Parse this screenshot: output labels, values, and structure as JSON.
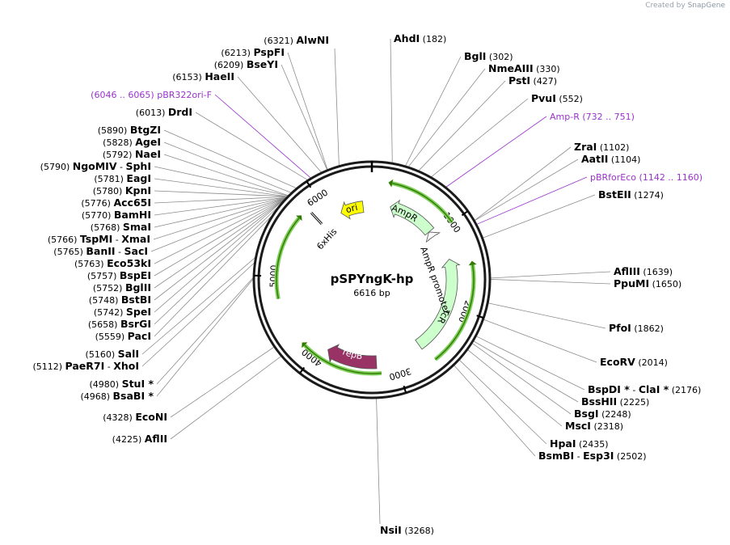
{
  "credit": {
    "prefix": "Created by",
    "brand": "SnapGene"
  },
  "plasmid": {
    "name": "pSPYngK-hp",
    "length_label": "6616 bp",
    "length": 6616
  },
  "ticks": [
    "1000",
    "2000",
    "3000",
    "4000",
    "5000",
    "6000"
  ],
  "features": [
    {
      "label": "ori",
      "start": 6180,
      "end": 6470,
      "dir": -1,
      "ring": "inner",
      "color": "#ffff00",
      "text_color": "#000000"
    },
    {
      "label": "AmpR",
      "start": 180,
      "end": 860,
      "dir": -1,
      "ring": "inner2",
      "color": "#ccffcc",
      "text_color": "#000000"
    },
    {
      "label": "AmpR promoter",
      "start": 860,
      "end": 960,
      "dir": -1,
      "ring": "inner2",
      "color": "#ffffff",
      "text_color": "#000000"
    },
    {
      "label": "TcR",
      "start": 1450,
      "end": 2580,
      "dir": -1,
      "ring": "inner2",
      "color": "#ccffcc",
      "text_color": "#000000"
    },
    {
      "label": "repB",
      "start": 3820,
      "end": 3220,
      "dir": 1,
      "ring": "inner3",
      "color": "#993366",
      "text_color": "#ffffff"
    },
    {
      "label": "6xHis",
      "start": 5940,
      "end": 5960,
      "dir": 1,
      "ring": "inner",
      "color": "#ffffff",
      "text_color": "#000000"
    }
  ],
  "left_sites": [
    {
      "pos": "(6321)",
      "name": "AlwNI"
    },
    {
      "pos": "(6213)",
      "name": "PspFI"
    },
    {
      "pos": "(6209)",
      "name": "BseYI"
    },
    {
      "pos": "(6153)",
      "name": "HaeII"
    },
    {
      "pos": "(6046 .. 6065)",
      "name": "pBR322ori-F",
      "primer": true
    },
    {
      "pos": "(6013)",
      "name": "DrdI"
    },
    {
      "pos": "(5890)",
      "name": "BtgZI"
    },
    {
      "pos": "(5828)",
      "name": "AgeI"
    },
    {
      "pos": "(5792)",
      "name": "NaeI"
    },
    {
      "pos": "(5790)",
      "name": "NgoMIV",
      "name2": "SphI"
    },
    {
      "pos": "(5781)",
      "name": "EagI"
    },
    {
      "pos": "(5780)",
      "name": "KpnI"
    },
    {
      "pos": "(5776)",
      "name": "Acc65I"
    },
    {
      "pos": "(5770)",
      "name": "BamHI"
    },
    {
      "pos": "(5768)",
      "name": "SmaI"
    },
    {
      "pos": "(5766)",
      "name": "TspMI",
      "name2": "XmaI"
    },
    {
      "pos": "(5765)",
      "name": "BanII",
      "name2": "SacI"
    },
    {
      "pos": "(5763)",
      "name": "Eco53kI"
    },
    {
      "pos": "(5757)",
      "name": "BspEI"
    },
    {
      "pos": "(5752)",
      "name": "BglII"
    },
    {
      "pos": "(5748)",
      "name": "BstBI"
    },
    {
      "pos": "(5742)",
      "name": "SpeI"
    },
    {
      "pos": "(5658)",
      "name": "BsrGI"
    },
    {
      "pos": "(5559)",
      "name": "PacI"
    },
    {
      "pos": "(5160)",
      "name": "SalI"
    },
    {
      "pos": "(5112)",
      "name": "PaeR7I",
      "name2": "XhoI"
    },
    {
      "pos": "(4980)",
      "name": "StuI *"
    },
    {
      "pos": "(4968)",
      "name": "BsaBI *"
    },
    {
      "pos": "(4328)",
      "name": "EcoNI"
    },
    {
      "pos": "(4225)",
      "name": "AflII"
    }
  ],
  "right_sites": [
    {
      "name": "AhdI",
      "pos": "(182)"
    },
    {
      "name": "BglI",
      "pos": "(302)"
    },
    {
      "name": "NmeAIII",
      "pos": "(330)"
    },
    {
      "name": "PstI",
      "pos": "(427)"
    },
    {
      "name": "PvuI",
      "pos": "(552)"
    },
    {
      "name": "Amp-R",
      "pos": "(732 .. 751)",
      "primer": true
    },
    {
      "name": "ZraI",
      "pos": "(1102)"
    },
    {
      "name": "AatII",
      "pos": "(1104)"
    },
    {
      "name": "pBRforEco",
      "pos": "(1142 .. 1160)",
      "primer": true
    },
    {
      "name": "BstEII",
      "pos": "(1274)"
    },
    {
      "name": "AflIII",
      "pos": "(1639)"
    },
    {
      "name": "PpuMI",
      "pos": "(1650)"
    },
    {
      "name": "PfoI",
      "pos": "(1862)"
    },
    {
      "name": "EcoRV",
      "pos": "(2014)"
    },
    {
      "name": "BspDI *",
      "name2": "ClaI *",
      "pos": "(2176)"
    },
    {
      "name": "BssHII",
      "pos": "(2225)"
    },
    {
      "name": "BsgI",
      "pos": "(2248)"
    },
    {
      "name": "MscI",
      "pos": "(2318)"
    },
    {
      "name": "HpaI",
      "pos": "(2435)"
    },
    {
      "name": "BsmBI",
      "name2": "Esp3I",
      "pos": "(2502)"
    }
  ],
  "bottom_site": {
    "name": "NsiI",
    "pos": "(3268)"
  },
  "colors": {
    "primer": "#9933cc",
    "line": "#8c8c8c",
    "ring": "#1a1a1a",
    "feature_arrow": "#339900"
  }
}
